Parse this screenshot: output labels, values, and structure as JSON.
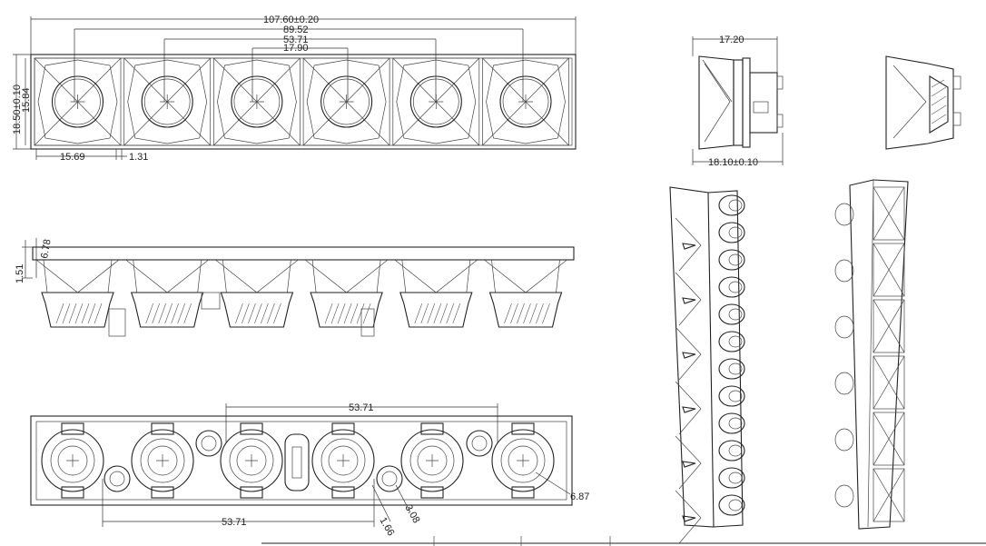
{
  "dimensions": {
    "overall_length": "107.60±0.20",
    "outer_pitch": "89.52",
    "mid_pitch": "53.71",
    "inner_pitch": "17.90",
    "height_outer": "18.50±0.10",
    "height_inner": "15.84",
    "cell_width": "15.69",
    "wall_gap": "1.31",
    "side_depth": "17.20",
    "side_width": "18.10±0.10",
    "flange_height": "1.51",
    "flange_offset": "6.78",
    "bottom_pitch_top": "53.71",
    "bottom_pitch_bottom": "53.71",
    "pin_dia_small": "1.66",
    "pin_dia_large": "3.08",
    "lens_dia": "6.87"
  },
  "colors": {
    "line": "#222222",
    "background": "#ffffff"
  }
}
